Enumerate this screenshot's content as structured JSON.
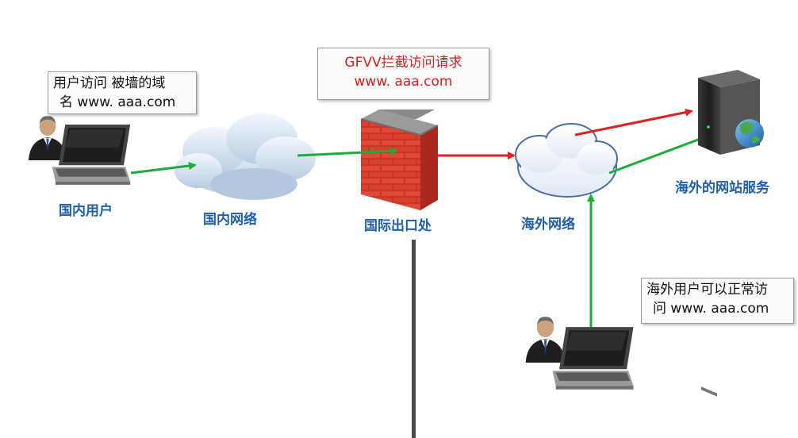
{
  "nodes": {
    "domestic_user": "国内用户",
    "domestic_network": "国内网络",
    "exit_point": "国际出口处",
    "overseas_network": "海外网络",
    "overseas_server": "海外的网站服务"
  },
  "callouts": {
    "domestic_request": [
      "用户访问 被墙的域",
      "名 www. aaa.com"
    ],
    "gfw_block": [
      "GFVV拦截访问请求",
      "www. aaa.com"
    ],
    "overseas_user": [
      "海外用户可以正常访",
      "问 www. aaa.com"
    ]
  },
  "colors": {
    "label_blue": "#1f5fa8",
    "arrow_green": "#1faa3c",
    "arrow_red": "#e02020",
    "brick_red": "#d8322a",
    "gfw_text_red": "#d42020"
  }
}
